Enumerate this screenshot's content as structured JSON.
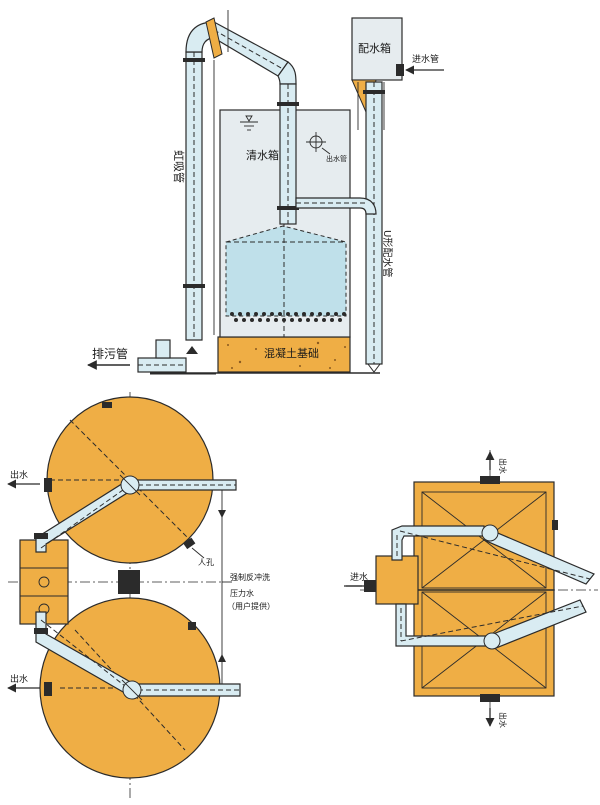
{
  "labels": {
    "siphon_pipe": "虹吸管",
    "clear_water_tank": "清水箱",
    "distribution_tank": "配水箱",
    "inlet_pipe": "进水管",
    "outlet_pipe": "出水管",
    "u_pipe": "U形配水管",
    "drain_pipe": "排污管",
    "foundation": "混凝土基础",
    "manhole": "人孔",
    "outlet_left_top": "出水",
    "outlet_left_bottom": "出水",
    "backwash_1": "强制反冲洗",
    "backwash_2": "压力水",
    "backwash_3": "（用户提供）",
    "outlet_right_top": "出水",
    "outlet_right_bottom": "出水",
    "inlet_right": "进水"
  },
  "colors": {
    "orange": "#efae45",
    "pipe_blue": "#d9ecf2",
    "tank_grey": "#e6ecef",
    "water_blue": "#bfe0ea",
    "line": "#2b2b2b"
  }
}
